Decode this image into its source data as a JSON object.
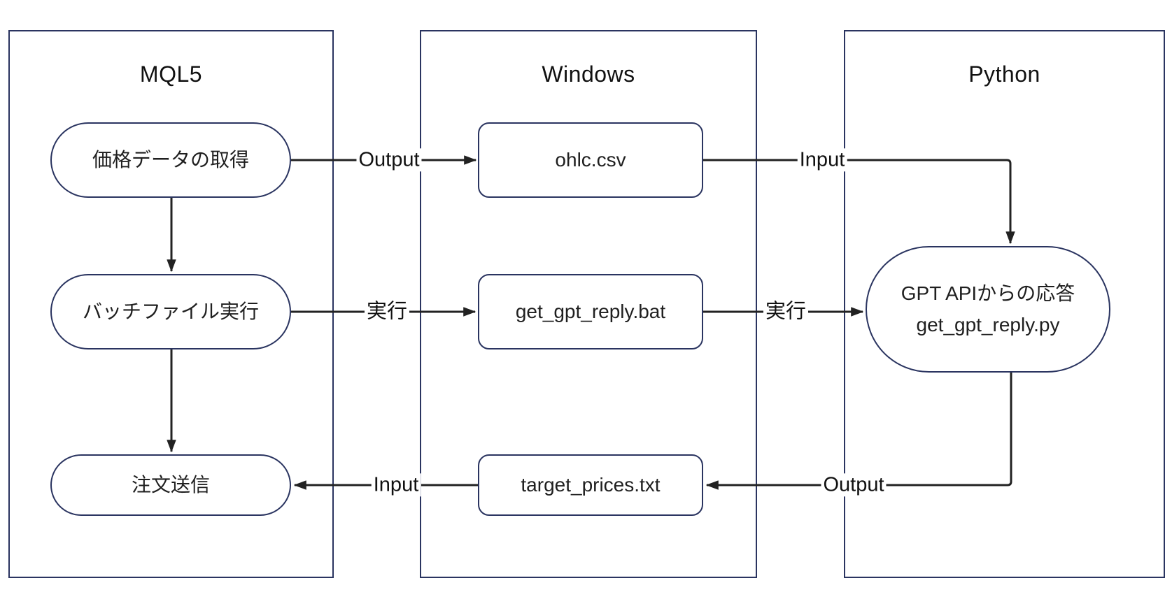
{
  "diagram": {
    "type": "flowchart",
    "background": "#ffffff",
    "colors": {
      "lane_border": "#2a3460",
      "node_border": "#2a3460",
      "node_fill": "#ffffff",
      "arrow": "#222222",
      "text": "#1f1f1f",
      "edge_label_background": "#ffffff"
    },
    "lanes": [
      {
        "title": "MQL5"
      },
      {
        "title": "Windows"
      },
      {
        "title": "Python"
      }
    ],
    "nodes": [
      {
        "label": "価格データの取得",
        "shape": "stadium",
        "lane": "MQL5"
      },
      {
        "label": "バッチファイル実行",
        "shape": "stadium",
        "lane": "MQL5"
      },
      {
        "label": "注文送信",
        "shape": "stadium",
        "lane": "MQL5"
      },
      {
        "label": "ohlc.csv",
        "shape": "rounded-rect",
        "lane": "Windows"
      },
      {
        "label": "get_gpt_reply.bat",
        "shape": "rounded-rect",
        "lane": "Windows"
      },
      {
        "label": "target_prices.txt",
        "shape": "rounded-rect",
        "lane": "Windows"
      },
      {
        "line1": "GPT APIからの応答",
        "line2": "get_gpt_reply.py",
        "shape": "stadium",
        "lane": "Python"
      }
    ],
    "edges": [
      {
        "from": "価格データの取得",
        "to": "ohlc.csv",
        "label": "Output"
      },
      {
        "from": "ohlc.csv",
        "to": "GPT APIからの応答 / get_gpt_reply.py",
        "label": "Input"
      },
      {
        "from": "価格データの取得",
        "to": "バッチファイル実行",
        "label": ""
      },
      {
        "from": "バッチファイル実行",
        "to": "get_gpt_reply.bat",
        "label": "実行"
      },
      {
        "from": "get_gpt_reply.bat",
        "to": "GPT APIからの応答 / get_gpt_reply.py",
        "label": "実行"
      },
      {
        "from": "バッチファイル実行",
        "to": "注文送信",
        "label": ""
      },
      {
        "from": "GPT APIからの応答 / get_gpt_reply.py",
        "to": "target_prices.txt",
        "label": "Output"
      },
      {
        "from": "target_prices.txt",
        "to": "注文送信",
        "label": "Input"
      }
    ]
  }
}
